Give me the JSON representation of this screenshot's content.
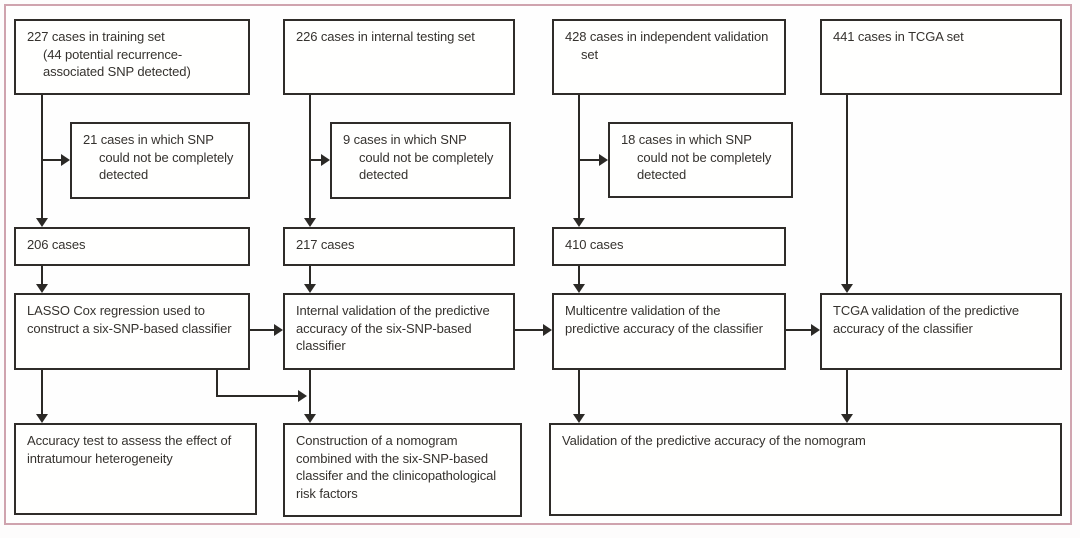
{
  "figure": {
    "type": "trial-profile-flow-diagram",
    "frame_color": "#cfa3ae",
    "box_border_color": "#2f2c29",
    "text_color": "#35322e"
  },
  "boxes": {
    "training_set": {
      "lines": [
        "227 cases in training set",
        "(44 potential recurrence-",
        "associated SNP detected)"
      ]
    },
    "internal_testing_set": {
      "lines": [
        "226 cases in internal testing set"
      ]
    },
    "independent_validation_set": {
      "lines": [
        "428 cases in independent validation",
        "set"
      ]
    },
    "tcga_set": {
      "lines": [
        "441 cases in TCGA set"
      ]
    },
    "excluded_training": {
      "lines": [
        "21 cases in which SNP",
        "could not be completely",
        "detected"
      ]
    },
    "excluded_testing": {
      "lines": [
        "9 cases in which SNP",
        "could not be completely",
        "detected"
      ]
    },
    "excluded_validation": {
      "lines": [
        "18 cases in which SNP",
        "could not be completely",
        "detected"
      ]
    },
    "training_remaining": {
      "lines": [
        "206 cases"
      ]
    },
    "testing_remaining": {
      "lines": [
        "217 cases"
      ]
    },
    "validation_remaining": {
      "lines": [
        "410 cases"
      ]
    },
    "lasso_classifier": {
      "lines": [
        "LASSO Cox regression used to",
        "construct a six-SNP-based classifier"
      ]
    },
    "internal_validation": {
      "lines": [
        "Internal validation of the predictive",
        "accuracy of the six-SNP-based",
        "classifier"
      ]
    },
    "multicentre_validation": {
      "lines": [
        "Multicentre validation of the",
        "predictive accuracy of the classifier"
      ]
    },
    "tcga_validation": {
      "lines": [
        "TCGA validation of the predictive",
        "accuracy of the classifier"
      ]
    },
    "accuracy_test": {
      "lines": [
        "Accuracy test to assess the effect of",
        "intratumour heterogeneity"
      ]
    },
    "nomogram_construction": {
      "lines": [
        "Construction of a nomogram",
        "combined with the six-SNP-based",
        "classifer and the clinicopathological",
        "risk factors"
      ]
    },
    "nomogram_validation": {
      "lines": [
        "Validation of the predictive accuracy of the nomogram"
      ]
    }
  }
}
